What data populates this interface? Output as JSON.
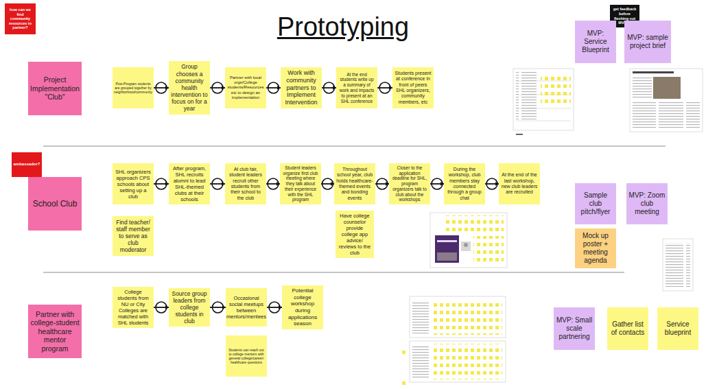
{
  "diagram": {
    "title": "Prototyping",
    "nodes": [
      {
        "text": [
          "how can we find community resources to partner?"
        ]
      },
      {
        "text": [
          "get feedback before fleshing out MVPs?"
        ]
      },
      {
        "text": [
          "MVP: Service Blueprint"
        ]
      },
      {
        "text": [
          "MVP: sample project brief"
        ]
      },
      {
        "text": [
          "Project Implementation \"Club\""
        ]
      },
      {
        "text": [
          "Post-Program students are grouped together by neighborhood/community"
        ]
      },
      {
        "text": [
          "Group chooses a community health intervention to focus on for a year"
        ]
      },
      {
        "text": [
          "Partner with local orgs/College students/Resources etc to design an implementation"
        ]
      },
      {
        "text": [
          "Work with community partners to Implement Intervention"
        ]
      },
      {
        "text": [
          "At the end students write up a summary of work and impacts to present at an SHL conference"
        ]
      },
      {
        "text": [
          "Students present at conference in front of peers SHL organizers, community members, etc"
        ]
      },
      {
        "text": [
          "ambassador?"
        ]
      },
      {
        "text": [
          "School Club"
        ]
      },
      {
        "text": [
          "SHL organizers approach CPS schools about setting up a club"
        ]
      },
      {
        "text": [
          "After program, SHL recruits alumni to lead SHL-themed clubs at their schools"
        ]
      },
      {
        "text": [
          "At club fair, student leaders recruit other students from their school to the club"
        ]
      },
      {
        "text": [
          "Student leaders organize first club meeting where they talk about their experience with the SHL program"
        ]
      },
      {
        "text": [
          "Throughout school year, club holds healthcare-themed events and bonding events"
        ]
      },
      {
        "text": [
          "Closer to the application deadline for SHL, program organizers talk to club about the workshops"
        ]
      },
      {
        "text": [
          "During the workshop, club members stay connected through a group chat"
        ]
      },
      {
        "text": [
          "At the end of the last workshop, new club leaders are recruited"
        ]
      },
      {
        "text": [
          "Find teacher/ staff member to serve as club moderator"
        ]
      },
      {
        "text": [
          "Have college counselor provide college app advice/ reviews to the club"
        ]
      },
      {
        "text": [
          "Sample club pitch/flyer"
        ]
      },
      {
        "text": [
          "MVP: Zoom club meeting"
        ]
      },
      {
        "text": [
          "Mock up poster + meeting agenda"
        ]
      },
      {
        "text": [
          "Partner with college-student healthcare mentor program"
        ]
      },
      {
        "text": [
          "College students from NU or City Colleges are matched with SHL students"
        ]
      },
      {
        "text": [
          "Source group leaders from college students in club"
        ]
      },
      {
        "text": [
          "Occasional social meetups between mentors/mentees"
        ]
      },
      {
        "text": [
          "Potential college workshop during applications season"
        ]
      },
      {
        "text": [
          "Students can reach out to college mentors with general college/career/ healthcare questions"
        ]
      },
      {
        "text": [
          "MVP: Small scale partnering"
        ]
      },
      {
        "text": [
          "Gather list of contacts"
        ]
      },
      {
        "text": [
          "Service blueprint"
        ]
      }
    ],
    "edges": [
      {
        "from": 5,
        "to": 6,
        "arrow": "to"
      },
      {
        "from": 6,
        "to": 7,
        "arrow": "to"
      },
      {
        "from": 7,
        "to": 8,
        "arrow": "to"
      },
      {
        "from": 8,
        "to": 9,
        "arrow": "to"
      },
      {
        "from": 9,
        "to": 10,
        "arrow": "to"
      },
      {
        "from": 13,
        "to": 14,
        "arrow": "to"
      },
      {
        "from": 14,
        "to": 15,
        "arrow": "to"
      },
      {
        "from": 15,
        "to": 16,
        "arrow": "to"
      },
      {
        "from": 16,
        "to": 17,
        "arrow": "to"
      },
      {
        "from": 17,
        "to": 18,
        "arrow": "to"
      },
      {
        "from": 18,
        "to": 19,
        "arrow": "to"
      },
      {
        "from": 19,
        "to": 20,
        "arrow": "to"
      },
      {
        "from": 27,
        "to": 28,
        "arrow": "to"
      },
      {
        "from": 28,
        "to": 29,
        "arrow": "to"
      },
      {
        "from": 29,
        "to": 30,
        "arrow": "to"
      }
    ]
  }
}
